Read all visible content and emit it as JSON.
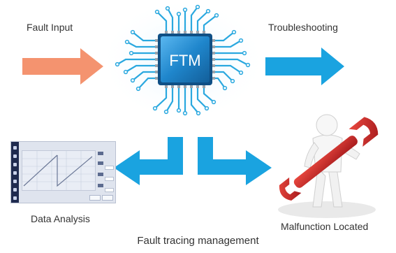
{
  "labels": {
    "fault_input": "Fault Input",
    "troubleshooting": "Troubleshooting",
    "data_analysis": "Data Analysis",
    "malfunction_located": "Malfunction Located",
    "caption": "Fault tracing management"
  },
  "chip": {
    "text": "FTM"
  },
  "colors": {
    "input_arrow": "#f4936f",
    "flow_arrow": "#1aa3e0",
    "chip_core": "#1e7fc2",
    "circuit": "#2aa8df",
    "wrench": "#d3292a"
  }
}
